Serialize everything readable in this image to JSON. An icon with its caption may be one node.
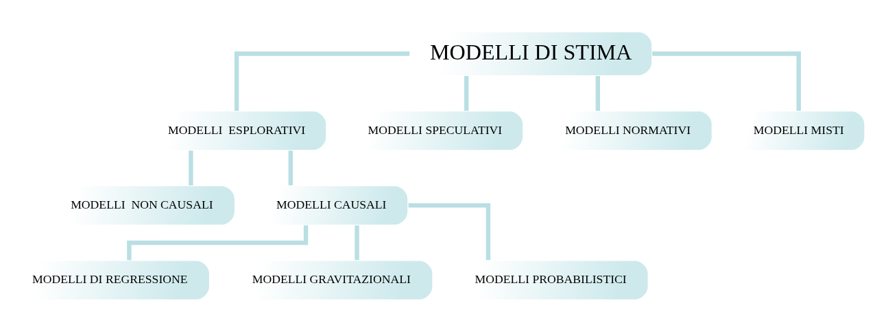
{
  "diagram": {
    "nodes": [
      {
        "text": [
          "MODELLI DI STIMA"
        ]
      },
      {
        "text": [
          "MODELLI  ESPLORATIVI"
        ]
      },
      {
        "text": [
          "MODELLI SPECULATIVI"
        ]
      },
      {
        "text": [
          "MODELLI NORMATIVI"
        ]
      },
      {
        "text": [
          "MODELLI MISTI"
        ]
      },
      {
        "text": [
          "MODELLI  NON CAUSALI"
        ]
      },
      {
        "text": [
          "MODELLI CAUSALI"
        ]
      },
      {
        "text": [
          "MODELLI DI REGRESSIONE"
        ]
      },
      {
        "text": [
          "MODELLI GRAVITAZIONALI"
        ]
      },
      {
        "text": [
          "MODELLI PROBABILISTICI"
        ]
      }
    ],
    "edges": [
      {
        "from": 0,
        "to": 1,
        "arrow": "none"
      },
      {
        "from": 0,
        "to": 2,
        "arrow": "none"
      },
      {
        "from": 0,
        "to": 3,
        "arrow": "none"
      },
      {
        "from": 0,
        "to": 4,
        "arrow": "none"
      },
      {
        "from": 1,
        "to": 5,
        "arrow": "none"
      },
      {
        "from": 1,
        "to": 6,
        "arrow": "none"
      },
      {
        "from": 6,
        "to": 7,
        "arrow": "none"
      },
      {
        "from": 6,
        "to": 8,
        "arrow": "none"
      },
      {
        "from": 6,
        "to": 9,
        "arrow": "none"
      }
    ]
  }
}
